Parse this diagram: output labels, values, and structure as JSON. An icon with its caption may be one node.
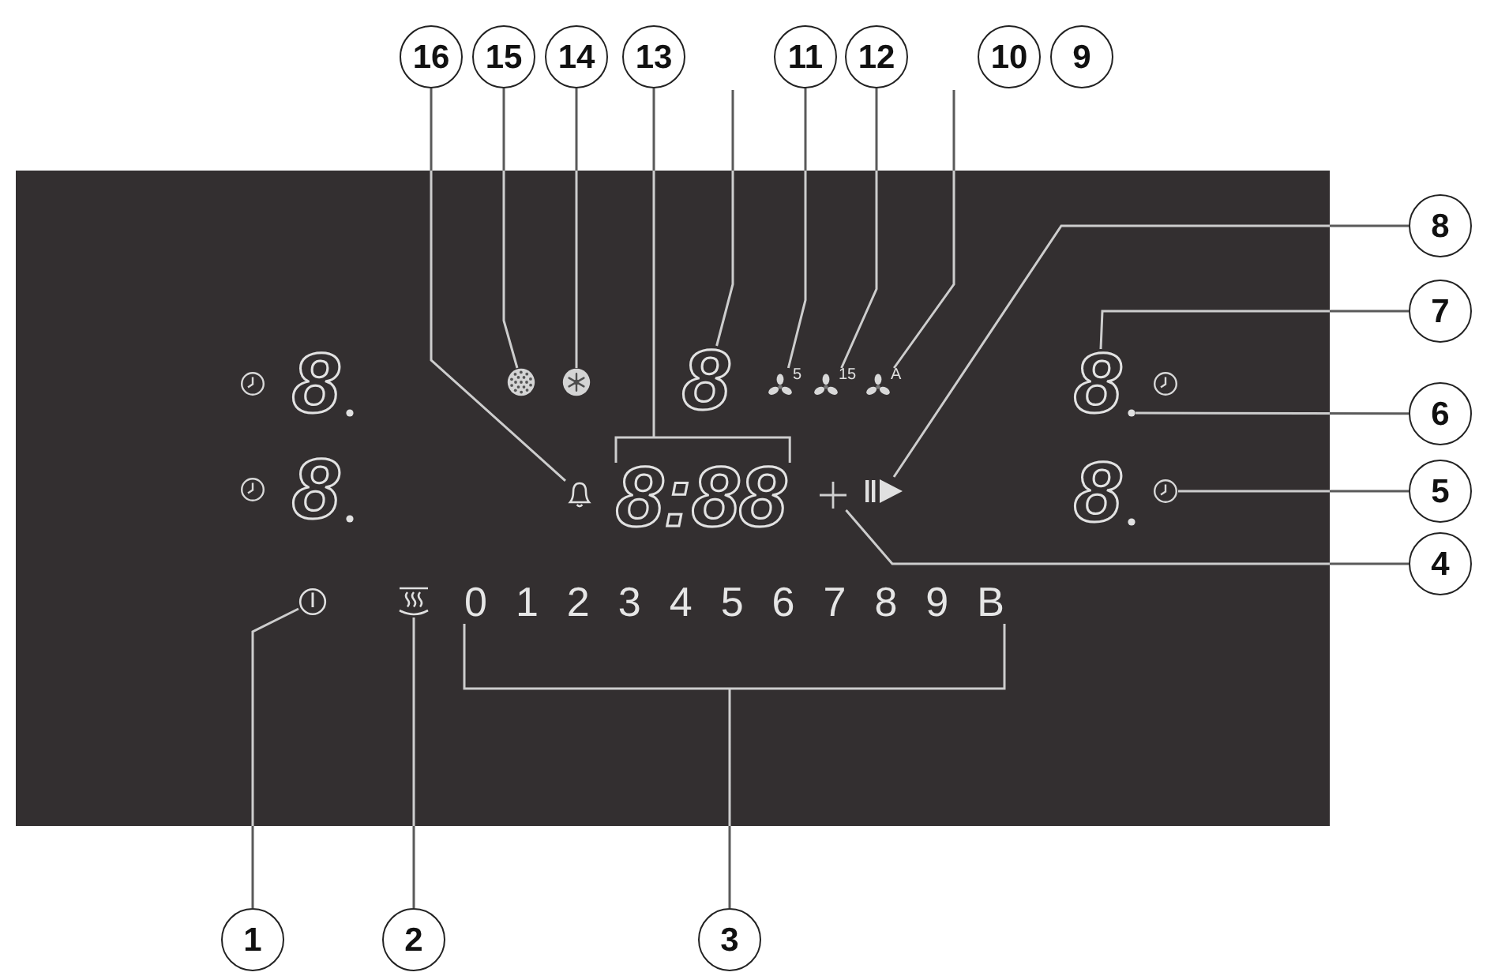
{
  "diagram": {
    "nodes": [
      {
        "text": [
          "16"
        ]
      },
      {
        "text": [
          "15"
        ]
      },
      {
        "text": [
          "14"
        ]
      },
      {
        "text": [
          "13"
        ]
      },
      {
        "text": [
          "11"
        ]
      },
      {
        "text": [
          "12"
        ]
      },
      {
        "text": [
          "10"
        ]
      },
      {
        "text": [
          "9"
        ]
      },
      {
        "text": [
          "8"
        ]
      },
      {
        "text": [
          "7"
        ]
      },
      {
        "text": [
          "6"
        ]
      },
      {
        "text": [
          "5"
        ]
      },
      {
        "text": [
          "4"
        ]
      },
      {
        "text": [
          "1"
        ]
      },
      {
        "text": [
          "2"
        ]
      },
      {
        "text": [
          "3"
        ]
      },
      {
        "text": [],
        "shape": "picture"
      },
      {
        "text": [],
        "shape": "picture"
      },
      {
        "text": [
          "8"
        ]
      },
      {
        "text": [],
        "shape": "picture",
        "beside": [
          "5"
        ]
      },
      {
        "text": [],
        "shape": "picture",
        "beside": [
          "15"
        ]
      },
      {
        "text": [],
        "shape": "picture",
        "beside": [
          "A"
        ]
      },
      {
        "text": [
          "8"
        ]
      },
      {
        "text": [],
        "shape": "dot"
      },
      {
        "text": [],
        "shape": "picture"
      },
      {
        "text": [
          "8:88"
        ]
      },
      {
        "text": [],
        "shape": "picture"
      },
      {
        "text": [],
        "shape": "picture"
      },
      {
        "text": [],
        "shape": "picture"
      },
      {
        "text": [],
        "shape": "picture"
      },
      {
        "text": [],
        "shape": "picture"
      },
      {
        "text": [
          "0 1 2 3 4 5 6 7 8 9 B"
        ]
      }
    ],
    "edges": [
      {
        "from": 0,
        "to": 24,
        "arrow": "none"
      },
      {
        "from": 1,
        "to": 16,
        "arrow": "none"
      },
      {
        "from": 2,
        "to": 17,
        "arrow": "none"
      },
      {
        "from": 3,
        "to": 25,
        "arrow": "none"
      },
      {
        "from": null,
        "to": 18,
        "arrow": "none"
      },
      {
        "from": 4,
        "to": 19,
        "arrow": "none"
      },
      {
        "from": 5,
        "to": 20,
        "arrow": "none"
      },
      {
        "from": null,
        "to": 21,
        "arrow": "none"
      },
      {
        "from": 8,
        "to": 27,
        "arrow": "none"
      },
      {
        "from": 9,
        "to": 22,
        "arrow": "none"
      },
      {
        "from": 10,
        "to": 23,
        "arrow": "none"
      },
      {
        "from": 11,
        "to": 28,
        "arrow": "none"
      },
      {
        "from": 12,
        "to": 26,
        "arrow": "none"
      },
      {
        "from": 13,
        "to": 29,
        "arrow": "none"
      },
      {
        "from": 14,
        "to": 30,
        "arrow": "none"
      },
      {
        "from": 15,
        "to": 31,
        "arrow": "none"
      }
    ],
    "labels": [
      "8",
      "8",
      "8"
    ]
  }
}
